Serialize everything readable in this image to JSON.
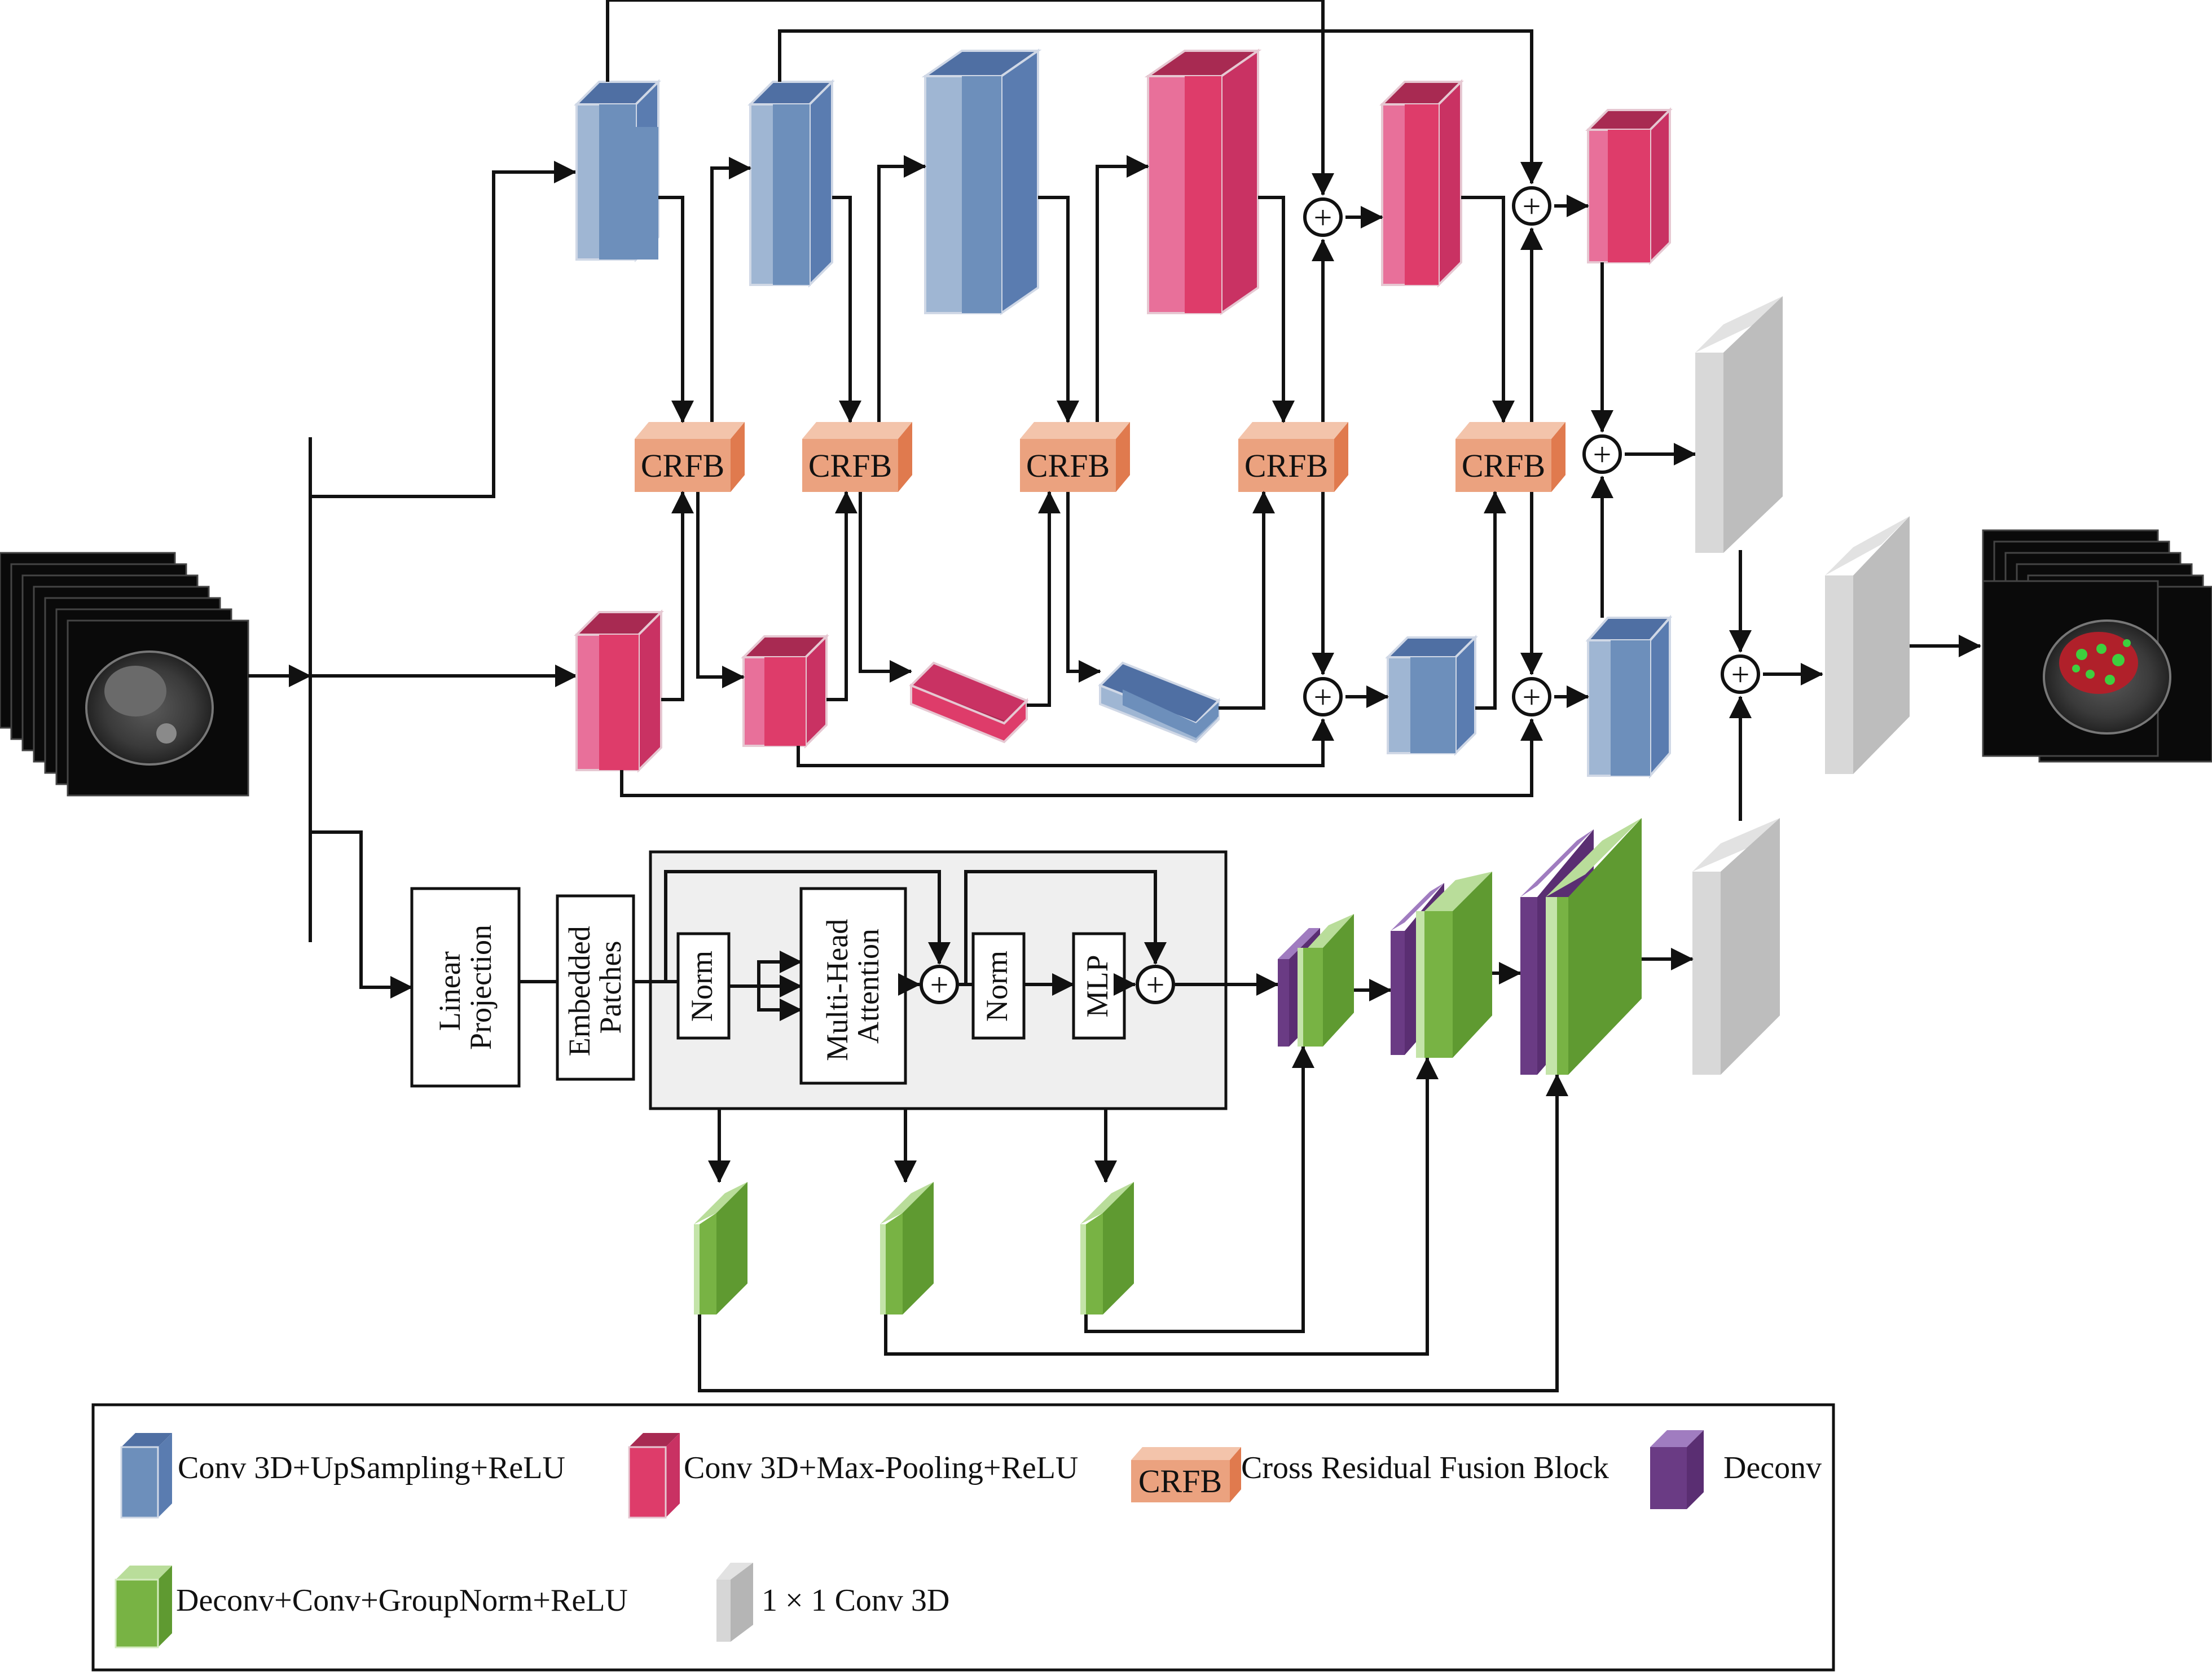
{
  "blocks": {
    "crfb": "CRFB",
    "linear_projection": [
      "Linear",
      "Projection"
    ],
    "embedded_patches": [
      "Embedded",
      "Patches"
    ],
    "norm": "Norm",
    "multi_head_attention": [
      "Multi-Head",
      "Attention"
    ],
    "mlp": "MLP",
    "plus": "+"
  },
  "legend": [
    {
      "label": "Conv 3D+UpSampling+ReLU",
      "color": "#6d8fbb"
    },
    {
      "label": "Conv 3D+Max-Pooling+ReLU",
      "color": "#de3c6a"
    },
    {
      "label": "Cross Residual Fusion Block",
      "color": "#eba27f",
      "box_text": "CRFB"
    },
    {
      "label": "Deconv",
      "color": "#6a3b84"
    },
    {
      "label": "Deconv+Conv+GroupNorm+ReLU",
      "color": "#78b344"
    },
    {
      "label": "1 × 1 Conv 3D",
      "color": "#cbcbcb"
    }
  ],
  "colors": {
    "blue": "#6d8fbb",
    "pink": "#de3c6a",
    "crfb": "#eba27f",
    "purple": "#6a3b84",
    "green": "#78b344",
    "gray": "#cbcbcb",
    "transformer_bg": "#efefef"
  },
  "images": {
    "input": "ct-scan-stack-icon",
    "output": "segmented-ct-scan-stack-icon"
  }
}
